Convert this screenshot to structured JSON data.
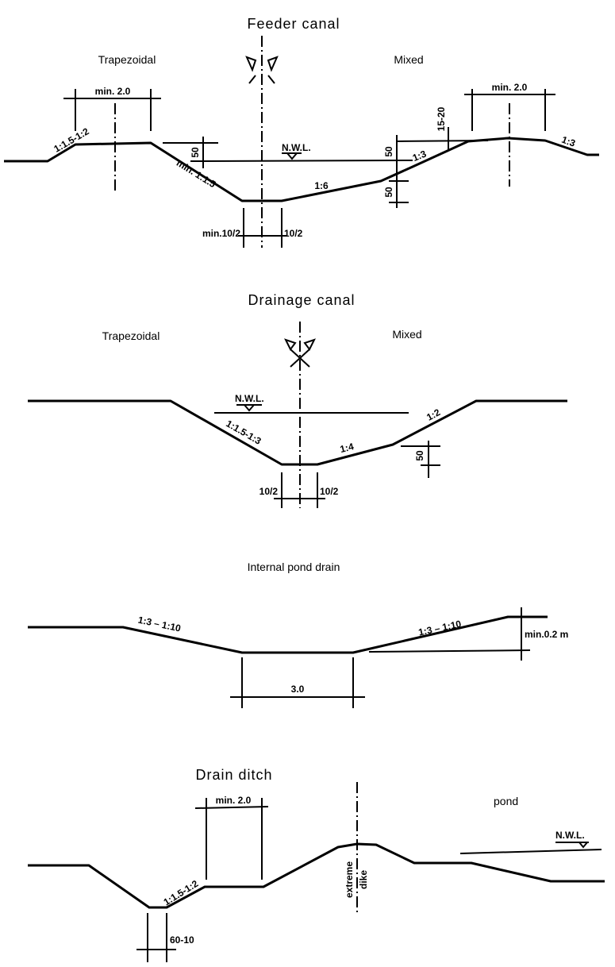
{
  "feeder": {
    "title": "Feeder canal",
    "left_type": "Trapezoidal",
    "right_type": "Mixed",
    "crest_width_left": "min. 2.0",
    "crest_width_right": "min. 2.0",
    "outer_slope_left": "1:1.5-1:2",
    "inner_slope_left": "min. 1:1.5",
    "freeboard_left": "50",
    "nwl": "N.W.L.",
    "bottom_slope": "1:6",
    "upper_slope_right": "1:3",
    "freeboard_right": "50",
    "depth_right": "50",
    "berm_right": "15-20",
    "outer_slope_right": "1:3",
    "bottom_left": "min.10/2",
    "bottom_right": "10/2"
  },
  "drainage": {
    "title": "Drainage canal",
    "left_type": "Trapezoidal",
    "right_type": "Mixed",
    "nwl": "N.W.L.",
    "left_slope": "1:1.5-1:3",
    "bottom_slope": "1:4",
    "right_slope": "1:2",
    "depth_right": "50",
    "bottom_left": "10/2",
    "bottom_right": "10/2"
  },
  "pond_drain": {
    "title": "Internal pond drain",
    "left_slope": "1:3 – 1:10",
    "right_slope": "1:3 – 1:10",
    "depth": "min.0.2 m",
    "bottom_width": "3.0"
  },
  "ditch": {
    "title": "Drain ditch",
    "crest_width": "min. 2.0",
    "pond_label": "pond",
    "nwl": "N.W.L.",
    "slope": "1:1.5-1:2",
    "dike_label_1": "extreme",
    "dike_label_2": "dike",
    "bottom_width": "60-10"
  }
}
